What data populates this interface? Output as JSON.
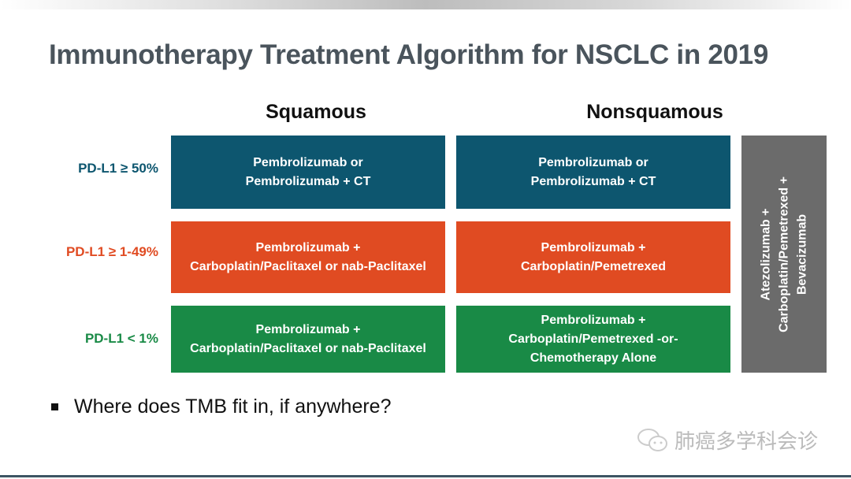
{
  "title": "Immunotherapy Treatment Algorithm for NSCLC in 2019",
  "columns": [
    "Squamous",
    "Nonsquamous"
  ],
  "rows": [
    {
      "label": "PD-L1 ≥ 50%",
      "color": "#0d566f",
      "squamous": [
        "Pembrolizumab or",
        "Pembrolizumab + CT"
      ],
      "nonsquamous": [
        "Pembrolizumab or",
        "Pembrolizumab + CT"
      ]
    },
    {
      "label": "PD-L1 ≥ 1-49%",
      "color": "#e04b22",
      "squamous": [
        "Pembrolizumab +",
        "Carboplatin/Paclitaxel or nab-Paclitaxel"
      ],
      "nonsquamous": [
        "Pembrolizumab +",
        "Carboplatin/Pemetrexed"
      ]
    },
    {
      "label": "PD-L1 < 1%",
      "color": "#198a46",
      "squamous": [
        "Pembrolizumab +",
        "Carboplatin/Paclitaxel or nab-Paclitaxel"
      ],
      "nonsquamous": [
        "Pembrolizumab +",
        "Carboplatin/Pemetrexed -or-",
        "Chemotherapy Alone"
      ]
    }
  ],
  "side_box": [
    "Atezolizumab +",
    "Carboplatin/Pemetrexed +",
    "Bevacizumab"
  ],
  "bullet": "Where does TMB fit in, if anywhere?",
  "watermark": "肺癌多学科会诊"
}
